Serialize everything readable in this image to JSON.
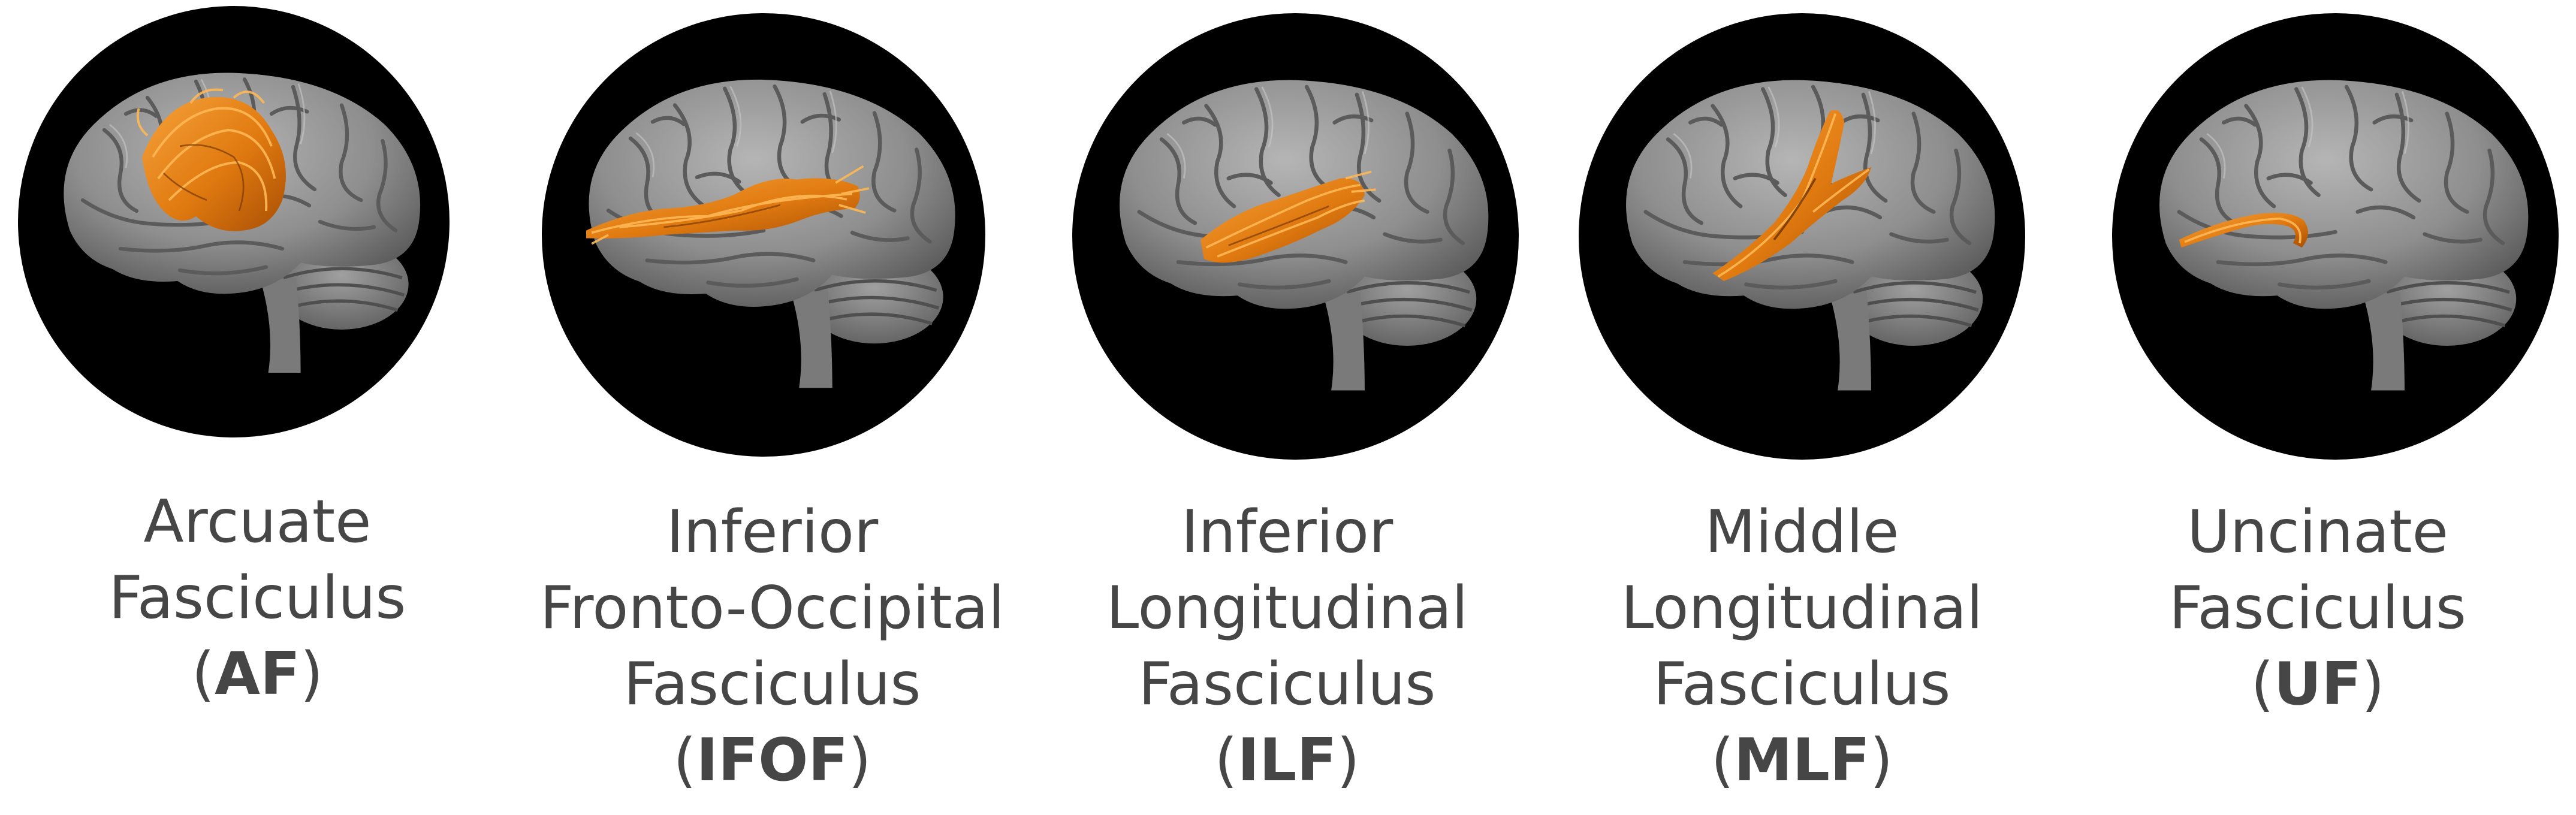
{
  "accent_color": "#e67e0c",
  "brain_color": "#8f8f8f",
  "panels": [
    {
      "name": "Arcuate",
      "name2": "Fasciculus",
      "abbr": "AF",
      "tract_icon": "arcuate-fasciculus-tract-icon"
    },
    {
      "name": "Inferior",
      "name2": "Fronto-Occipital",
      "name3": "Fasciculus",
      "abbr": "IFOF",
      "tract_icon": "ifof-tract-icon"
    },
    {
      "name": "Inferior",
      "name2": "Longitudinal",
      "name3": "Fasciculus",
      "abbr": "ILF",
      "tract_icon": "ilf-tract-icon"
    },
    {
      "name": "Middle",
      "name2": "Longitudinal",
      "name3": "Fasciculus",
      "abbr": "MLF",
      "tract_icon": "mlf-tract-icon"
    },
    {
      "name": "Uncinate",
      "name2": "Fasciculus",
      "abbr": "UF",
      "tract_icon": "uncinate-fasciculus-tract-icon"
    }
  ]
}
